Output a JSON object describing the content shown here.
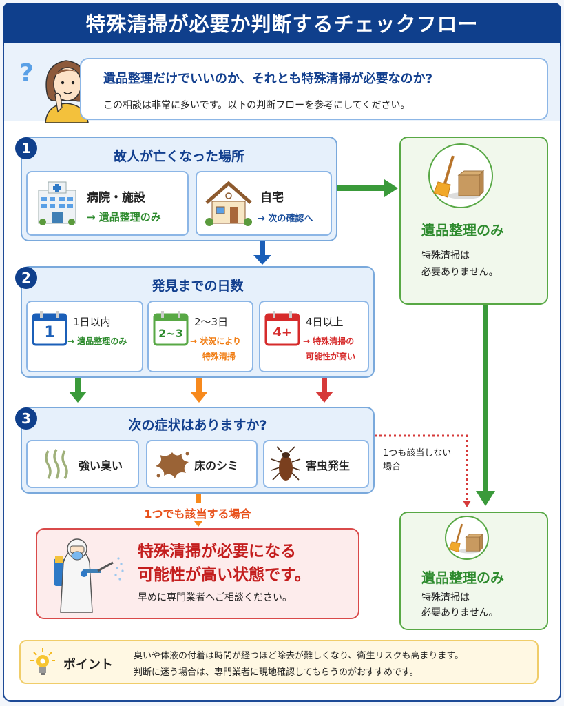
{
  "header": {
    "title": "特殊清掃が必要か判断するチェックフロー"
  },
  "intro": {
    "question": "遺品整理だけでいいのか、それとも特殊清掃が必要なのか?",
    "subtext": "この相談は非常に多いです。以下の判断フローを参考にしてください。"
  },
  "step1": {
    "number": "1",
    "title": "故人が亡くなった場所",
    "options": [
      {
        "label": "病院・施設",
        "result": "→ 遺品整理のみ",
        "icon": "hospital-icon"
      },
      {
        "label": "自宅",
        "result": "→ 次の確認へ",
        "icon": "house-icon"
      }
    ]
  },
  "step2": {
    "number": "2",
    "title": "発見までの日数",
    "options": [
      {
        "badge": "1",
        "label": "1日以内",
        "result": "→ 遺品整理のみ",
        "color": "#2e8b2e"
      },
      {
        "badge": "2~3",
        "label": "2〜3日",
        "result_line1": "→ 状況により",
        "result_line2": "特殊清掃",
        "color": "#f07b10"
      },
      {
        "badge": "4+",
        "label": "4日以上",
        "result_line1": "→ 特殊清掃の",
        "result_line2": "可能性が高い",
        "color": "#d62b2b"
      }
    ]
  },
  "step3": {
    "number": "3",
    "title": "次の症状はありますか?",
    "options": [
      {
        "label": "強い臭い",
        "icon": "odor-icon"
      },
      {
        "label": "床のシミ",
        "icon": "stain-icon"
      },
      {
        "label": "害虫発生",
        "icon": "cockroach-icon"
      }
    ],
    "none_label_line1": "1つも該当しない",
    "none_label_line2": "場合",
    "any_label": "1つでも該当する場合"
  },
  "result_only_top": {
    "title": "遺品整理のみ",
    "line1": "特殊清掃は",
    "line2": "必要ありません。"
  },
  "result_only_bottom": {
    "title": "遺品整理のみ",
    "line1": "特殊清掃は",
    "line2": "必要ありません。"
  },
  "result_special": {
    "line1": "特殊清掃が必要になる",
    "line2": "可能性が高い状態です。",
    "note": "早めに専門業者へご相談ください。"
  },
  "point": {
    "label": "ポイント",
    "line1": "臭いや体液の付着は時間が経つほど除去が難しくなり、衛生リスクも高まります。",
    "line2": "判断に迷う場合は、専門業者に現地確認してもらうのがおすすめです。"
  },
  "colors": {
    "navy": "#0f3f8c",
    "green": "#2e8b2e",
    "orange": "#f07b10",
    "red": "#d62b2b"
  }
}
